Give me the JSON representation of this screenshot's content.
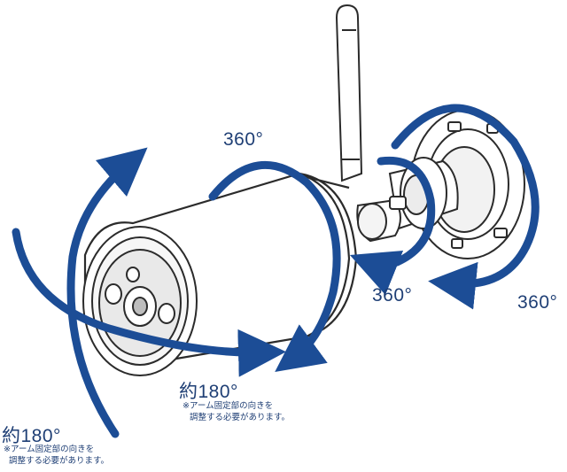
{
  "labels": {
    "rot_top": "360°",
    "rot_mount_bottom": "360°",
    "rot_right": "360°",
    "tilt_center": "約180°",
    "tilt_center_note_1": "※アーム固定部の向きを",
    "tilt_center_note_2": "調整する必要があります。",
    "tilt_left": "約180°",
    "tilt_left_note_1": "※アーム固定部の向きを",
    "tilt_left_note_2": "調整する必要があります。"
  },
  "colors": {
    "arrow": "#1c4d96",
    "label": "#1f3f75",
    "line": "#2b2b2b"
  }
}
